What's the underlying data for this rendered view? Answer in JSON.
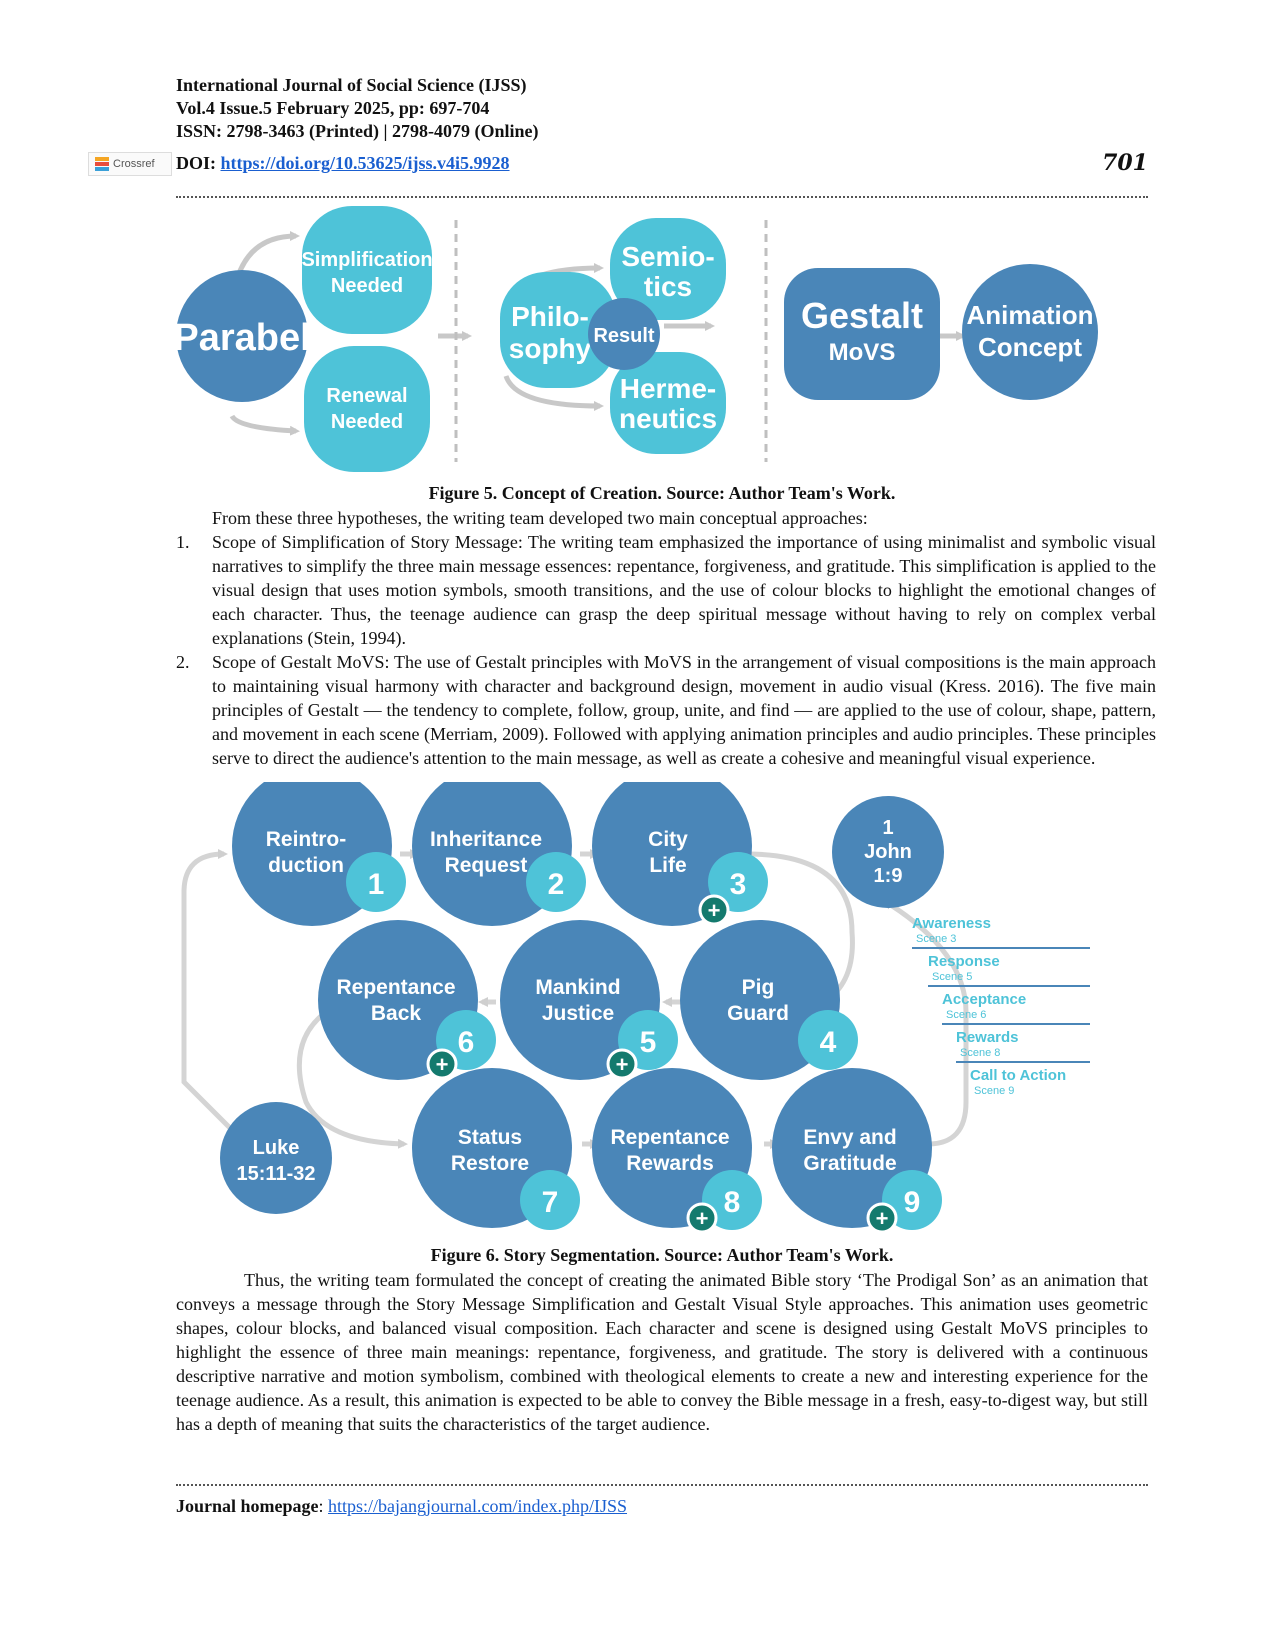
{
  "header": {
    "journal": "International Journal of Social Science (IJSS)",
    "volume": "Vol.4 Issue.5 February 2025, pp: 697-704",
    "issn": "ISSN: 2798-3463 (Printed) | 2798-4079 (Online)",
    "doi_label": "DOI: ",
    "doi_url": "https://doi.org/10.53625/ijss.v4i5.9928",
    "crossref_label": "Crossref",
    "page_number": "701"
  },
  "figure5": {
    "nodes": {
      "parabel": "Parabel",
      "simplification_1": "Simplification",
      "simplification_2": "Needed",
      "renewal_1": "Renewal",
      "renewal_2": "Needed",
      "philosophy_1": "Philo-",
      "philosophy_2": "sophy",
      "result": "Result",
      "semiotics_1": "Semio-",
      "semiotics_2": "tics",
      "hermeneutics_1": "Herme-",
      "hermeneutics_2": "neutics",
      "gestalt_1": "Gestalt",
      "gestalt_2": "MoVS",
      "animation_1": "Animation",
      "animation_2": "Concept"
    },
    "caption": "Figure 5. Concept of Creation. Source: Author Team's Work."
  },
  "intro": "From these three hypotheses, the writing team developed two main conceptual approaches:",
  "list": [
    {
      "num": "1.",
      "text": "Scope of Simplification of Story Message: The writing team emphasized the importance of using minimalist and symbolic visual narratives to simplify the three main message essences: repentance, forgiveness, and gratitude. This simplification is applied to the visual design that uses motion symbols, smooth transitions, and the use of colour blocks to highlight the emotional changes of each character. Thus, the teenage audience can grasp the deep spiritual message without having to rely on complex verbal explanations (Stein, 1994)."
    },
    {
      "num": "2.",
      "text": "Scope of Gestalt MoVS: The use of Gestalt principles with MoVS in the arrangement of visual compositions is the main approach to maintaining visual harmony with character and background design, movement in audio visual (Kress. 2016). The five main principles of Gestalt — the tendency to complete, follow, group, unite, and find — are applied to the use of colour, shape, pattern, and movement in each scene (Merriam, 2009). Followed with applying animation principles and audio principles. These principles serve to direct the audience's attention to the main message, as well as create a cohesive and meaningful visual experience."
    }
  ],
  "figure6": {
    "scenes": [
      {
        "l1": "Reintro-",
        "l2": "duction",
        "n": "1"
      },
      {
        "l1": "Inheritance",
        "l2": "Request",
        "n": "2"
      },
      {
        "l1": "City",
        "l2": "Life",
        "n": "3"
      },
      {
        "l1": "Pig",
        "l2": "Guard",
        "n": "4"
      },
      {
        "l1": "Mankind",
        "l2": "Justice",
        "n": "5"
      },
      {
        "l1": "Repentance",
        "l2": "Back",
        "n": "6"
      },
      {
        "l1": "Status",
        "l2": "Restore",
        "n": "7"
      },
      {
        "l1": "Repentance",
        "l2": "Rewards",
        "n": "8"
      },
      {
        "l1": "Envy and",
        "l2": "Gratitude",
        "n": "9"
      }
    ],
    "john": {
      "l1": "1",
      "l2": "John",
      "l3": "1:9"
    },
    "luke": {
      "l1": "Luke",
      "l2": "15:11-32"
    },
    "plus": "+",
    "legend": [
      {
        "title": "Awareness",
        "scene": "Scene 3"
      },
      {
        "title": "Response",
        "scene": "Scene 5"
      },
      {
        "title": "Acceptance",
        "scene": "Scene 6"
      },
      {
        "title": "Rewards",
        "scene": "Scene 8"
      },
      {
        "title": "Call to Action",
        "scene": "Scene 9"
      }
    ],
    "caption": "Figure 6. Story Segmentation. Source: Author Team's Work."
  },
  "closing": "Thus, the writing team formulated the concept of creating the animated Bible story ‘The Prodigal Son’ as an animation that conveys a message through the Story Message Simplification and Gestalt Visual Style approaches. This animation uses geometric shapes, colour blocks, and balanced visual composition. Each character and scene is designed using Gestalt MoVS principles to highlight the essence of three main meanings: repentance, forgiveness, and gratitude. The story is delivered with a continuous descriptive narrative and motion symbolism, combined with theological elements to create a new and interesting experience for the teenage audience. As a result, this animation is expected to be able to convey the Bible message in a fresh, easy-to-digest way, but still has a depth of meaning that suits the characteristics of the target audience.",
  "footer": {
    "label": "Journal homepage",
    "sep": ": ",
    "url": "https://bajangjournal.com/index.php/IJSS"
  },
  "colors": {
    "dark_blue": "#4a86b8",
    "light_blue": "#4ec3d8",
    "green": "#147a6e",
    "arrow_gray": "#c8c8c8"
  }
}
